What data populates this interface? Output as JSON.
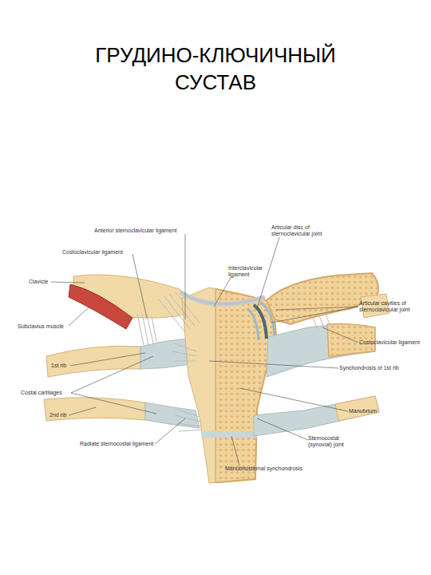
{
  "diagram": {
    "title": "ГРУДИНО-КЛЮЧИЧНЫЙ СУСТАВ",
    "labels": [
      "Anterior sternoclavicular ligament",
      "Costoclavicular ligament",
      "Clavicle",
      "Subclavius muscle",
      "1st rib",
      "Costal cartilages",
      "2nd rib",
      "Radiate sternocostal ligament",
      "Articular disc of sternoclavicular joint",
      "Interclavicular ligament",
      "Articular cavities of sternoclavicular joint",
      "Costoclavicular ligament",
      "Synchondrosis of 1st rib",
      "Manubrium",
      "Sternocostal (synovial) joint",
      "Manubriosternal synchondrosis"
    ]
  }
}
